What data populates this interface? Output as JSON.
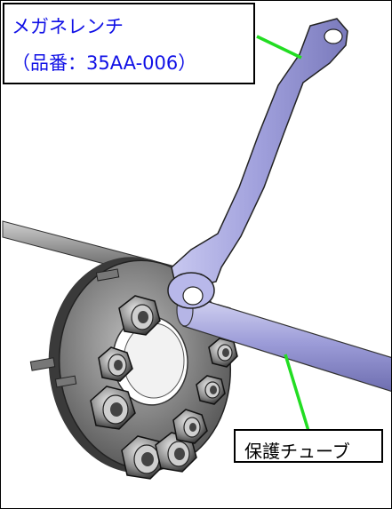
{
  "labels": {
    "wrench_name": "メガネレンチ",
    "wrench_part_number": "（品番：35AA-006）",
    "tube_name": "保護チューブ"
  },
  "colors": {
    "wrench_label_text": "#1010e6",
    "leader_line": "#22dd22",
    "wrench_body": "#a9a9dd",
    "tube_body": "#9c9cd8",
    "flange_body": "#7a7a7a",
    "nut_body": "#8c8c8c"
  }
}
